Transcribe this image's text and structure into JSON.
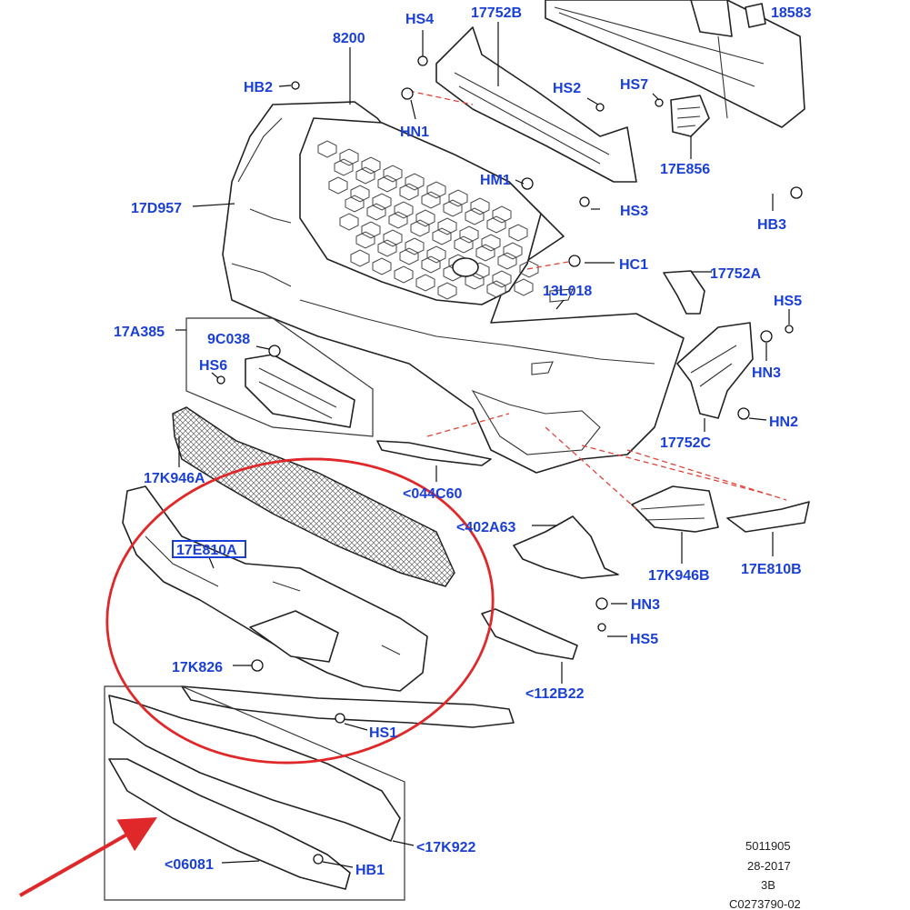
{
  "labels": {
    "hs4": "HS4",
    "p17752b": "17752B",
    "p18583": "18583",
    "p8200": "8200",
    "hb2": "HB2",
    "hs2": "HS2",
    "hs7": "HS7",
    "hn1": "HN1",
    "p17e856": "17E856",
    "p17d957": "17D957",
    "hm1": "HM1",
    "hs3": "HS3",
    "hb3": "HB3",
    "hc1": "HC1",
    "p17752a": "17752A",
    "p13l018": "13L018",
    "hs5a": "HS5",
    "p17a385": "17A385",
    "p9c038": "9C038",
    "hs6": "HS6",
    "hn3a": "HN3",
    "hn2": "HN2",
    "p17752c": "17752C",
    "p17k946a": "17K946A",
    "p044c60": "<044C60",
    "p402a63": "<402A63",
    "p17k946b": "17K946B",
    "p17e810b": "17E810B",
    "p17e810a": "17E810A",
    "hn3b": "HN3",
    "hs5b": "HS5",
    "p17k826": "17K826",
    "p112b22": "<112B22",
    "hs1": "HS1",
    "p17k922": "<17K922",
    "p06081": "<06081",
    "hb1": "HB1"
  },
  "footer": {
    "line1": "5011905",
    "line2": "28-2017",
    "line3": "3B",
    "line4": "C0273790-02"
  },
  "colors": {
    "label": "#1a3fd6",
    "highlight": "#e0282a",
    "callout": "#e0453a"
  }
}
